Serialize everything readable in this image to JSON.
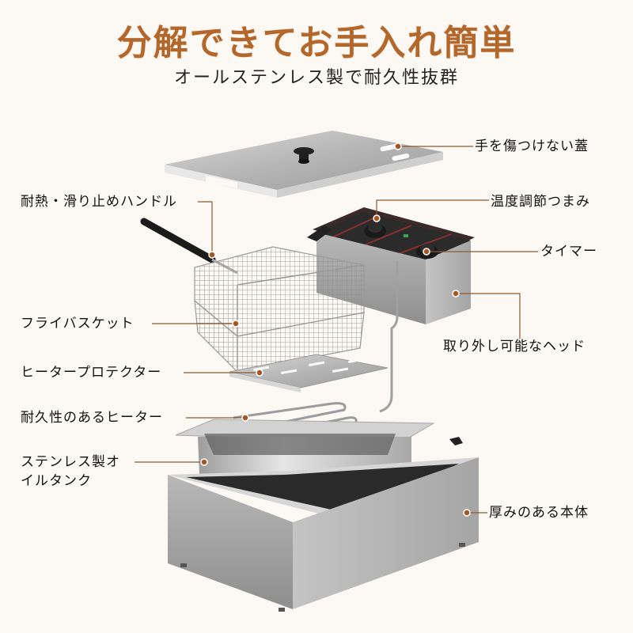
{
  "header": {
    "title": "分解できてお手入れ簡単",
    "subtitle": "オールステンレス製で耐久性抜群"
  },
  "colors": {
    "background": "#fcf8f3",
    "title": "#b4672a",
    "leader_line": "#8a5a33",
    "callout_dot": "#a6551e"
  },
  "callouts": {
    "lid": "手を傷つけない蓋",
    "handle": "耐熱・滑り止めハンドル",
    "temp_knob": "温度調節つまみ",
    "timer": "タイマー",
    "basket": "フライバスケット",
    "head": "取り外し可能なヘッド",
    "heater_protector": "ヒータープロテクター",
    "heater": "耐久性のあるヒーター",
    "oil_tank_line1": "ステンレス製オ",
    "oil_tank_line2": "イルタンク",
    "body": "厚みのある本体"
  },
  "product": {
    "name": "electric deep fryer exploded view",
    "parts": [
      "lid",
      "control head",
      "fry basket",
      "heater protector",
      "heater",
      "oil tank",
      "body"
    ]
  }
}
